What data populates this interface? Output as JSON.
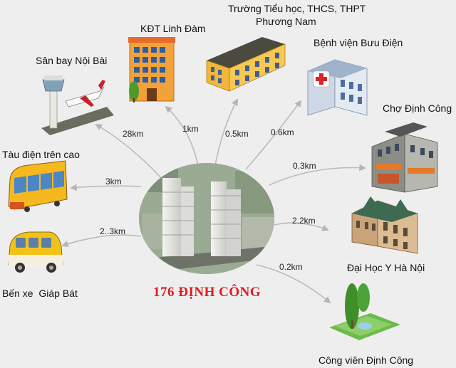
{
  "center": {
    "label": "176 ĐỊNH CÔNG"
  },
  "places": [
    {
      "id": "san-bay",
      "name": "Sân bay Nội Bài",
      "distance": "28km",
      "icon": "airport-icon"
    },
    {
      "id": "kdt",
      "name": "KĐT Linh Đàm",
      "distance": "1km",
      "icon": "apartment-building-icon"
    },
    {
      "id": "truong",
      "name_lines": [
        "Trường Tiểu học, THCS, THPT",
        "Phương Nam"
      ],
      "distance": "0.5km",
      "icon": "school-building-icon"
    },
    {
      "id": "benh-vien",
      "name": "Bệnh viện Bưu Điện",
      "distance": "0.6km",
      "icon": "hospital-icon"
    },
    {
      "id": "cho",
      "name": "Chợ Định Công",
      "distance": "0.3km",
      "icon": "market-building-icon"
    },
    {
      "id": "dai-hoc",
      "name": "Đại Học Y Hà Nội",
      "distance": "2.2km",
      "icon": "university-building-icon"
    },
    {
      "id": "cong-vien",
      "name": "Công viên Định Công",
      "distance": "0.2km",
      "icon": "park-icon"
    },
    {
      "id": "ben-xe",
      "name": "Bến xe  Giáp Bát",
      "distance": "2..3km",
      "icon": "van-icon"
    },
    {
      "id": "tau-dien",
      "name": "Tàu điện trên cao",
      "distance": "3km",
      "icon": "train-icon"
    }
  ],
  "colors": {
    "center_text": "#e0191b",
    "arrow": "#b9b9b9",
    "background": "#eeeeee"
  }
}
